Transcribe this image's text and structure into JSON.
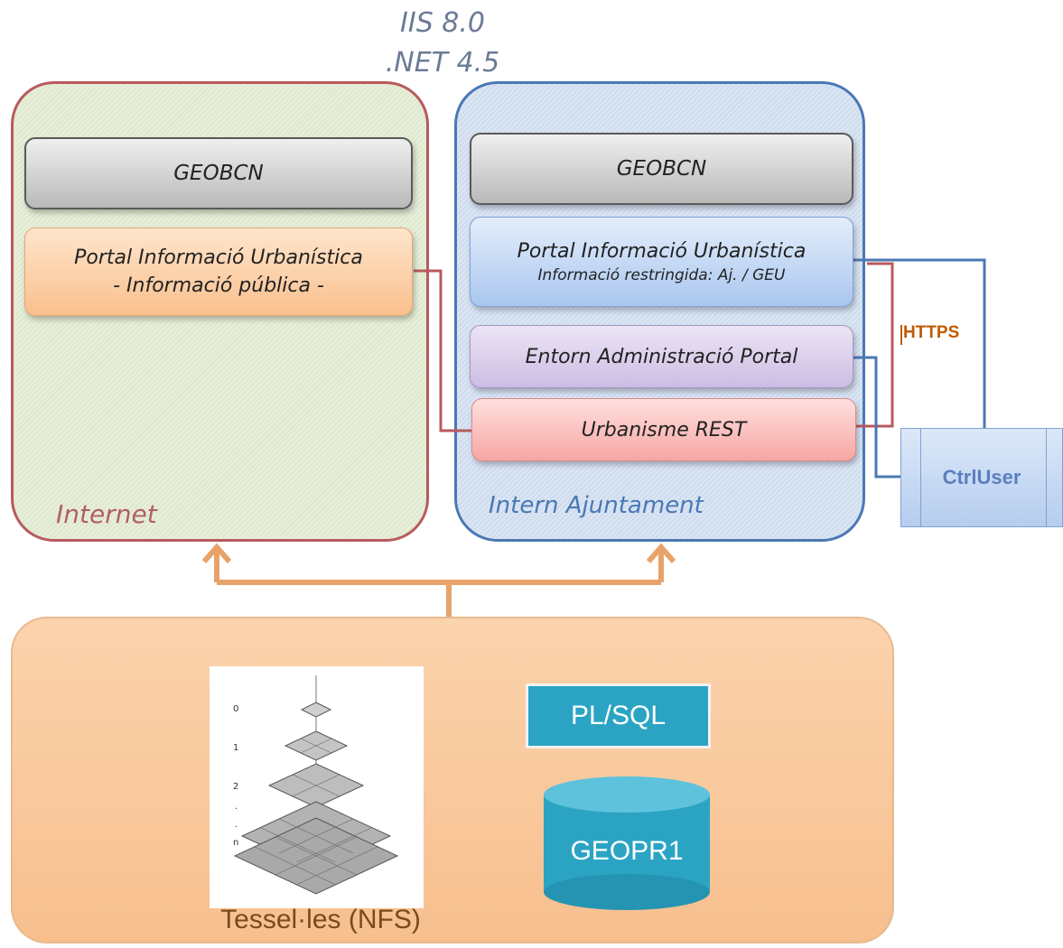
{
  "header": {
    "line1": "IIS 8.0",
    "line2": ".NET 4.5"
  },
  "internet_zone": {
    "label": "Internet",
    "geobcn": "GEOBCN",
    "portal_title": "Portal Informació Urbanística",
    "portal_sub": "- Informació pública -"
  },
  "intern_zone": {
    "label": "Intern Ajuntament",
    "geobcn": "GEOBCN",
    "portal_title": "Portal Informació Urbanística",
    "portal_sub": "Informació restringida: Aj. / GEU",
    "admin": "Entorn Administració Portal",
    "rest": "Urbanisme REST"
  },
  "https_label": "HTTPS",
  "ctrluser_label": "CtrlUser",
  "data_zone": {
    "plsql": "PL/SQL",
    "database": "GEOPR1",
    "tiles_label": "Tessel·les (NFS)",
    "tile_levels": [
      "0",
      "1",
      "2",
      ".",
      ".",
      "n"
    ]
  },
  "colors": {
    "internet_border": "#b85a5d",
    "intern_border": "#4a78b4",
    "arrow": "#e8a36a",
    "db": "#2ba4c4",
    "https": "#c05a00"
  }
}
